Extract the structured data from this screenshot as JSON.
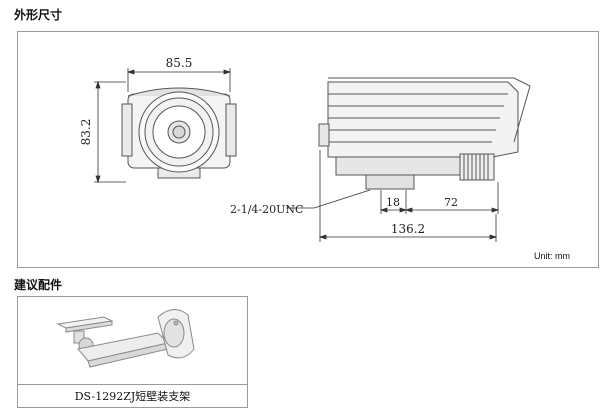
{
  "sections": {
    "dimensions_heading": "外形尺寸",
    "accessory_heading": "建议配件"
  },
  "drawing": {
    "front_width": "85.5",
    "front_height": "83.2",
    "thread": "2-1/4-20UNC",
    "dim_18": "18",
    "dim_72": "72",
    "dim_total": "136.2",
    "unit": "Unit: mm"
  },
  "accessory": {
    "caption": "DS-1292ZJ短壁装支架"
  }
}
